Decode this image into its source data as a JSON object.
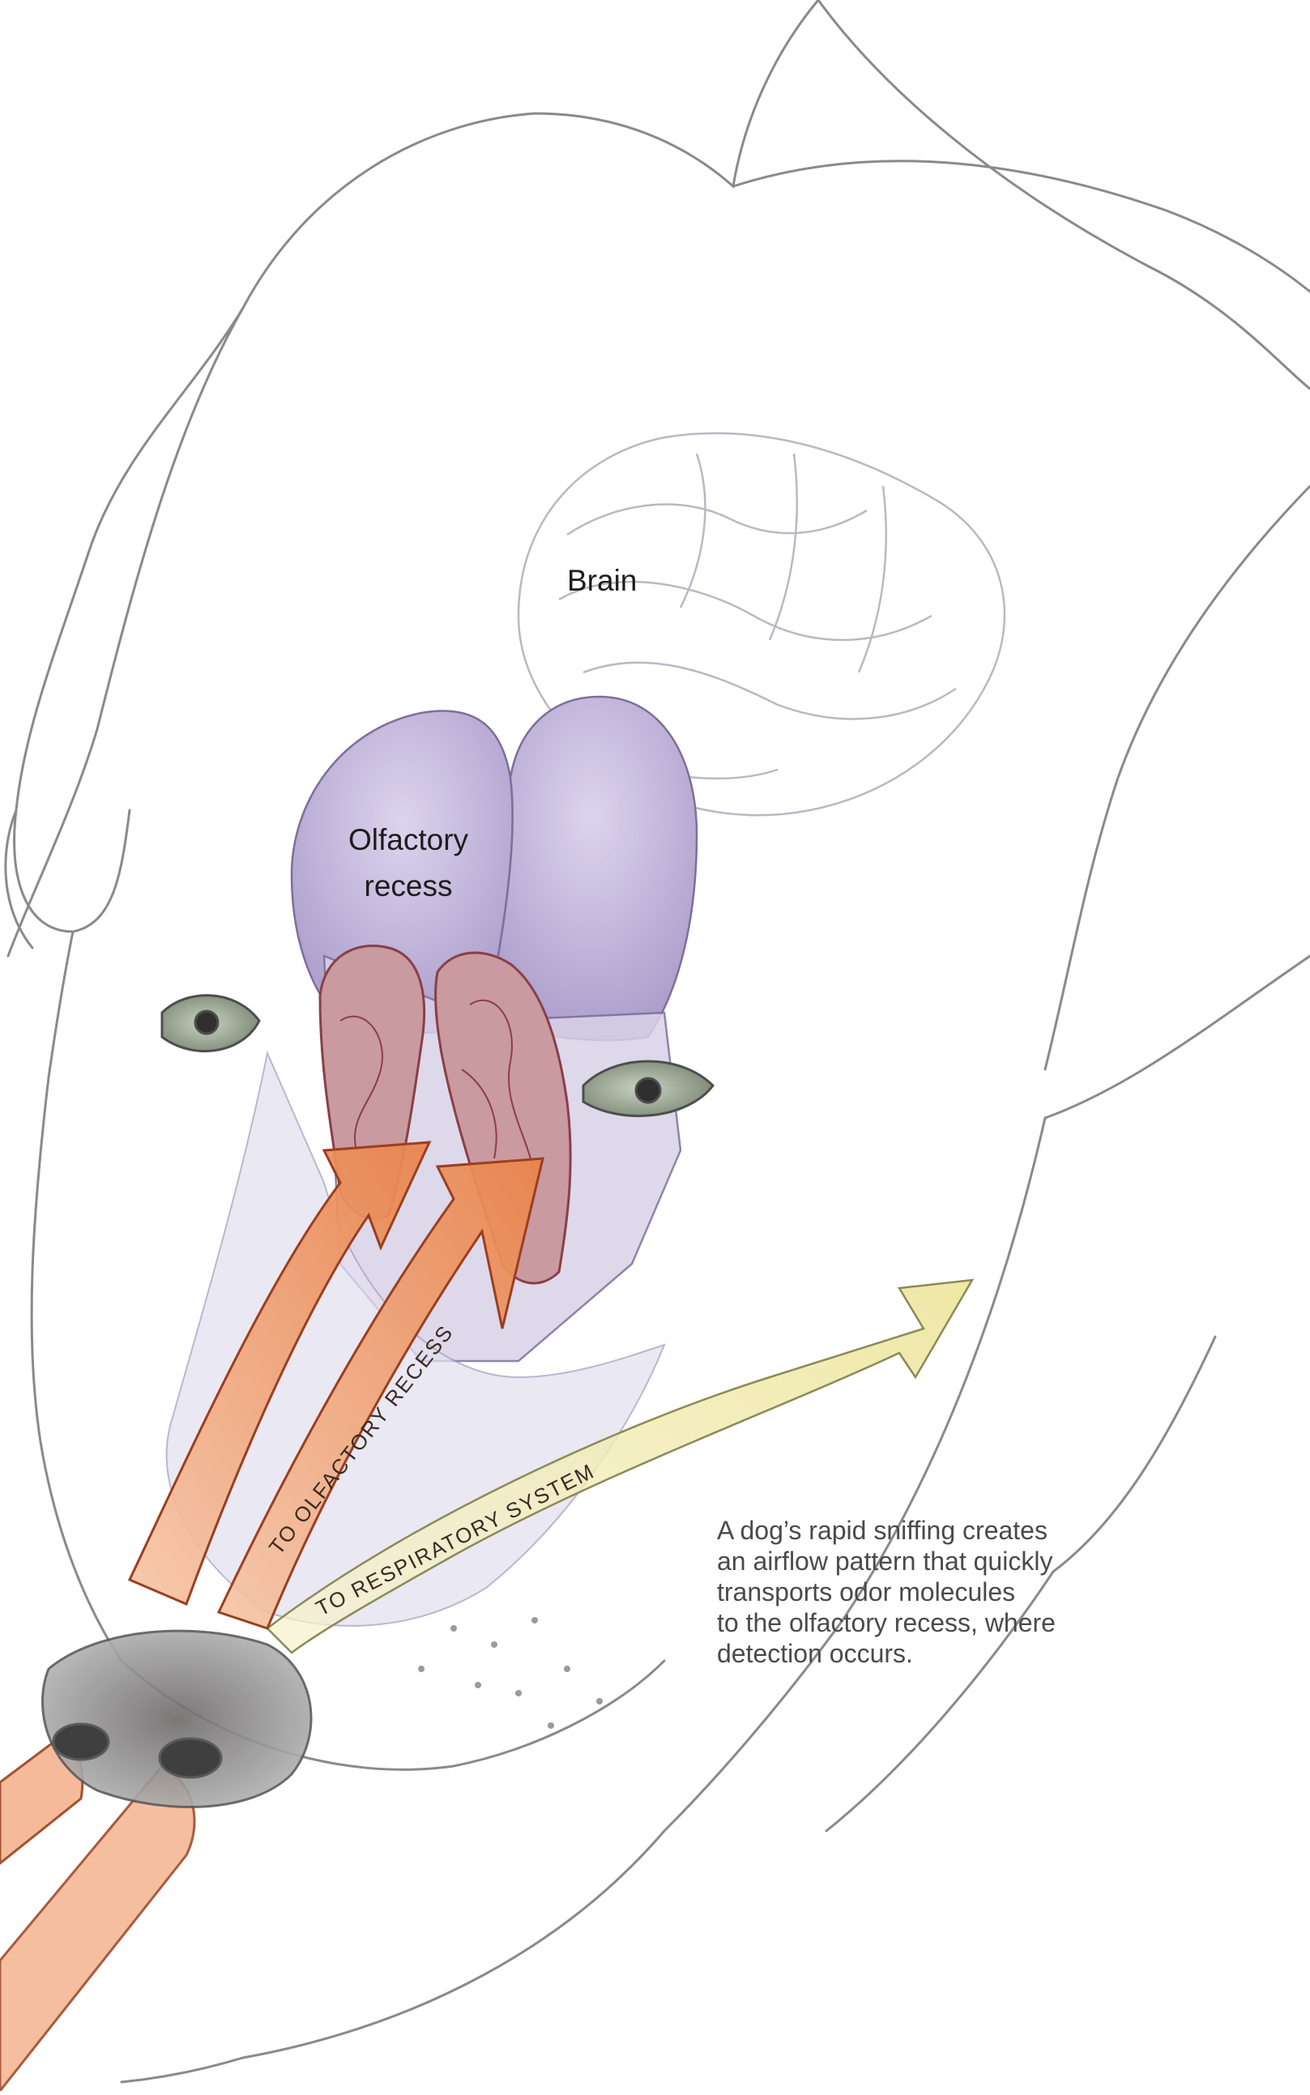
{
  "labels": {
    "brain": "Brain",
    "olfactory_recess_line1": "Olfactory",
    "olfactory_recess_line2": "recess"
  },
  "arrows": {
    "to_olfactory_recess": "TO OLFACTORY RECESS",
    "to_respiratory_system": "TO RESPIRATORY SYSTEM"
  },
  "caption": {
    "line1": "A dog’s rapid sniffing creates",
    "line2": "an airflow pattern that quickly",
    "line3": "transports odor molecules",
    "line4": "to the olfactory recess, where",
    "line5": "detection occurs."
  },
  "colors": {
    "background": "#ffffff",
    "sketch_line": "#8a8a8a",
    "olfactory_lobe": "#c9bde0",
    "turbinate": "#b5737a",
    "airflow_olfactory": "#f0a37a",
    "airflow_respiratory": "#efe7a0",
    "eye": "#a9b5a0"
  }
}
